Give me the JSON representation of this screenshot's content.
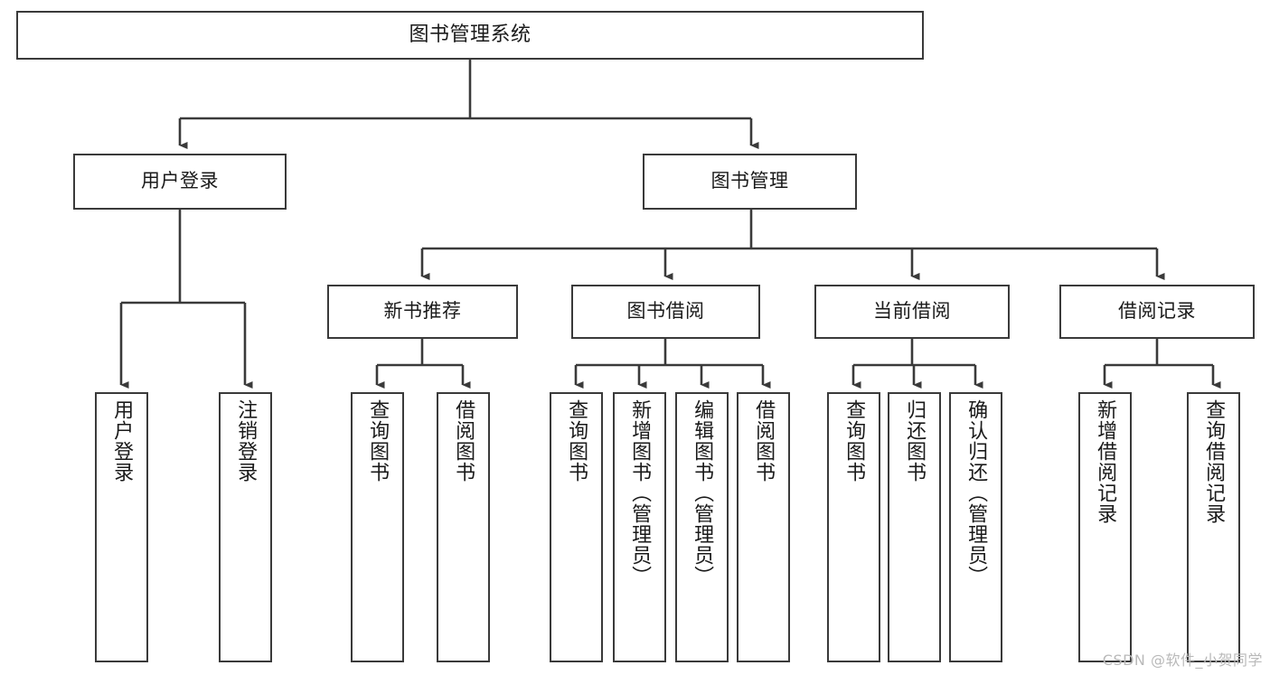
{
  "diagram": {
    "type": "tree-hierarchy-diagram",
    "title": "图书管理系统",
    "watermark": "CSDN @软件_小贺同学",
    "colors": {
      "box_border": "#3a3a3a",
      "connector": "#3a3a3a",
      "text": "#1a1a1a",
      "background": "#ffffff",
      "watermark": "#b9b9b9"
    },
    "levels": {
      "level1": {
        "label": "图书管理系统"
      },
      "level2": [
        {
          "label": "用户登录"
        },
        {
          "label": "图书管理"
        }
      ],
      "level3": [
        {
          "label": "新书推荐"
        },
        {
          "label": "图书借阅"
        },
        {
          "label": "当前借阅"
        },
        {
          "label": "借阅记录"
        }
      ],
      "leaves": {
        "user_login": [
          {
            "label": "用户登录"
          },
          {
            "label": "注销登录"
          }
        ],
        "new_book_recommend": [
          {
            "label": "查询图书"
          },
          {
            "label": "借阅图书"
          }
        ],
        "book_borrow": [
          {
            "label": "查询图书"
          },
          {
            "label": "新增图书（管理员）"
          },
          {
            "label": "编辑图书（管理员）"
          },
          {
            "label": "借阅图书"
          }
        ],
        "current_borrow": [
          {
            "label": "查询图书"
          },
          {
            "label": "归还图书"
          },
          {
            "label": "确认归还（管理员）"
          }
        ],
        "borrow_record": [
          {
            "label": "新增借阅记录"
          },
          {
            "label": "查询借阅记录"
          }
        ]
      }
    }
  }
}
